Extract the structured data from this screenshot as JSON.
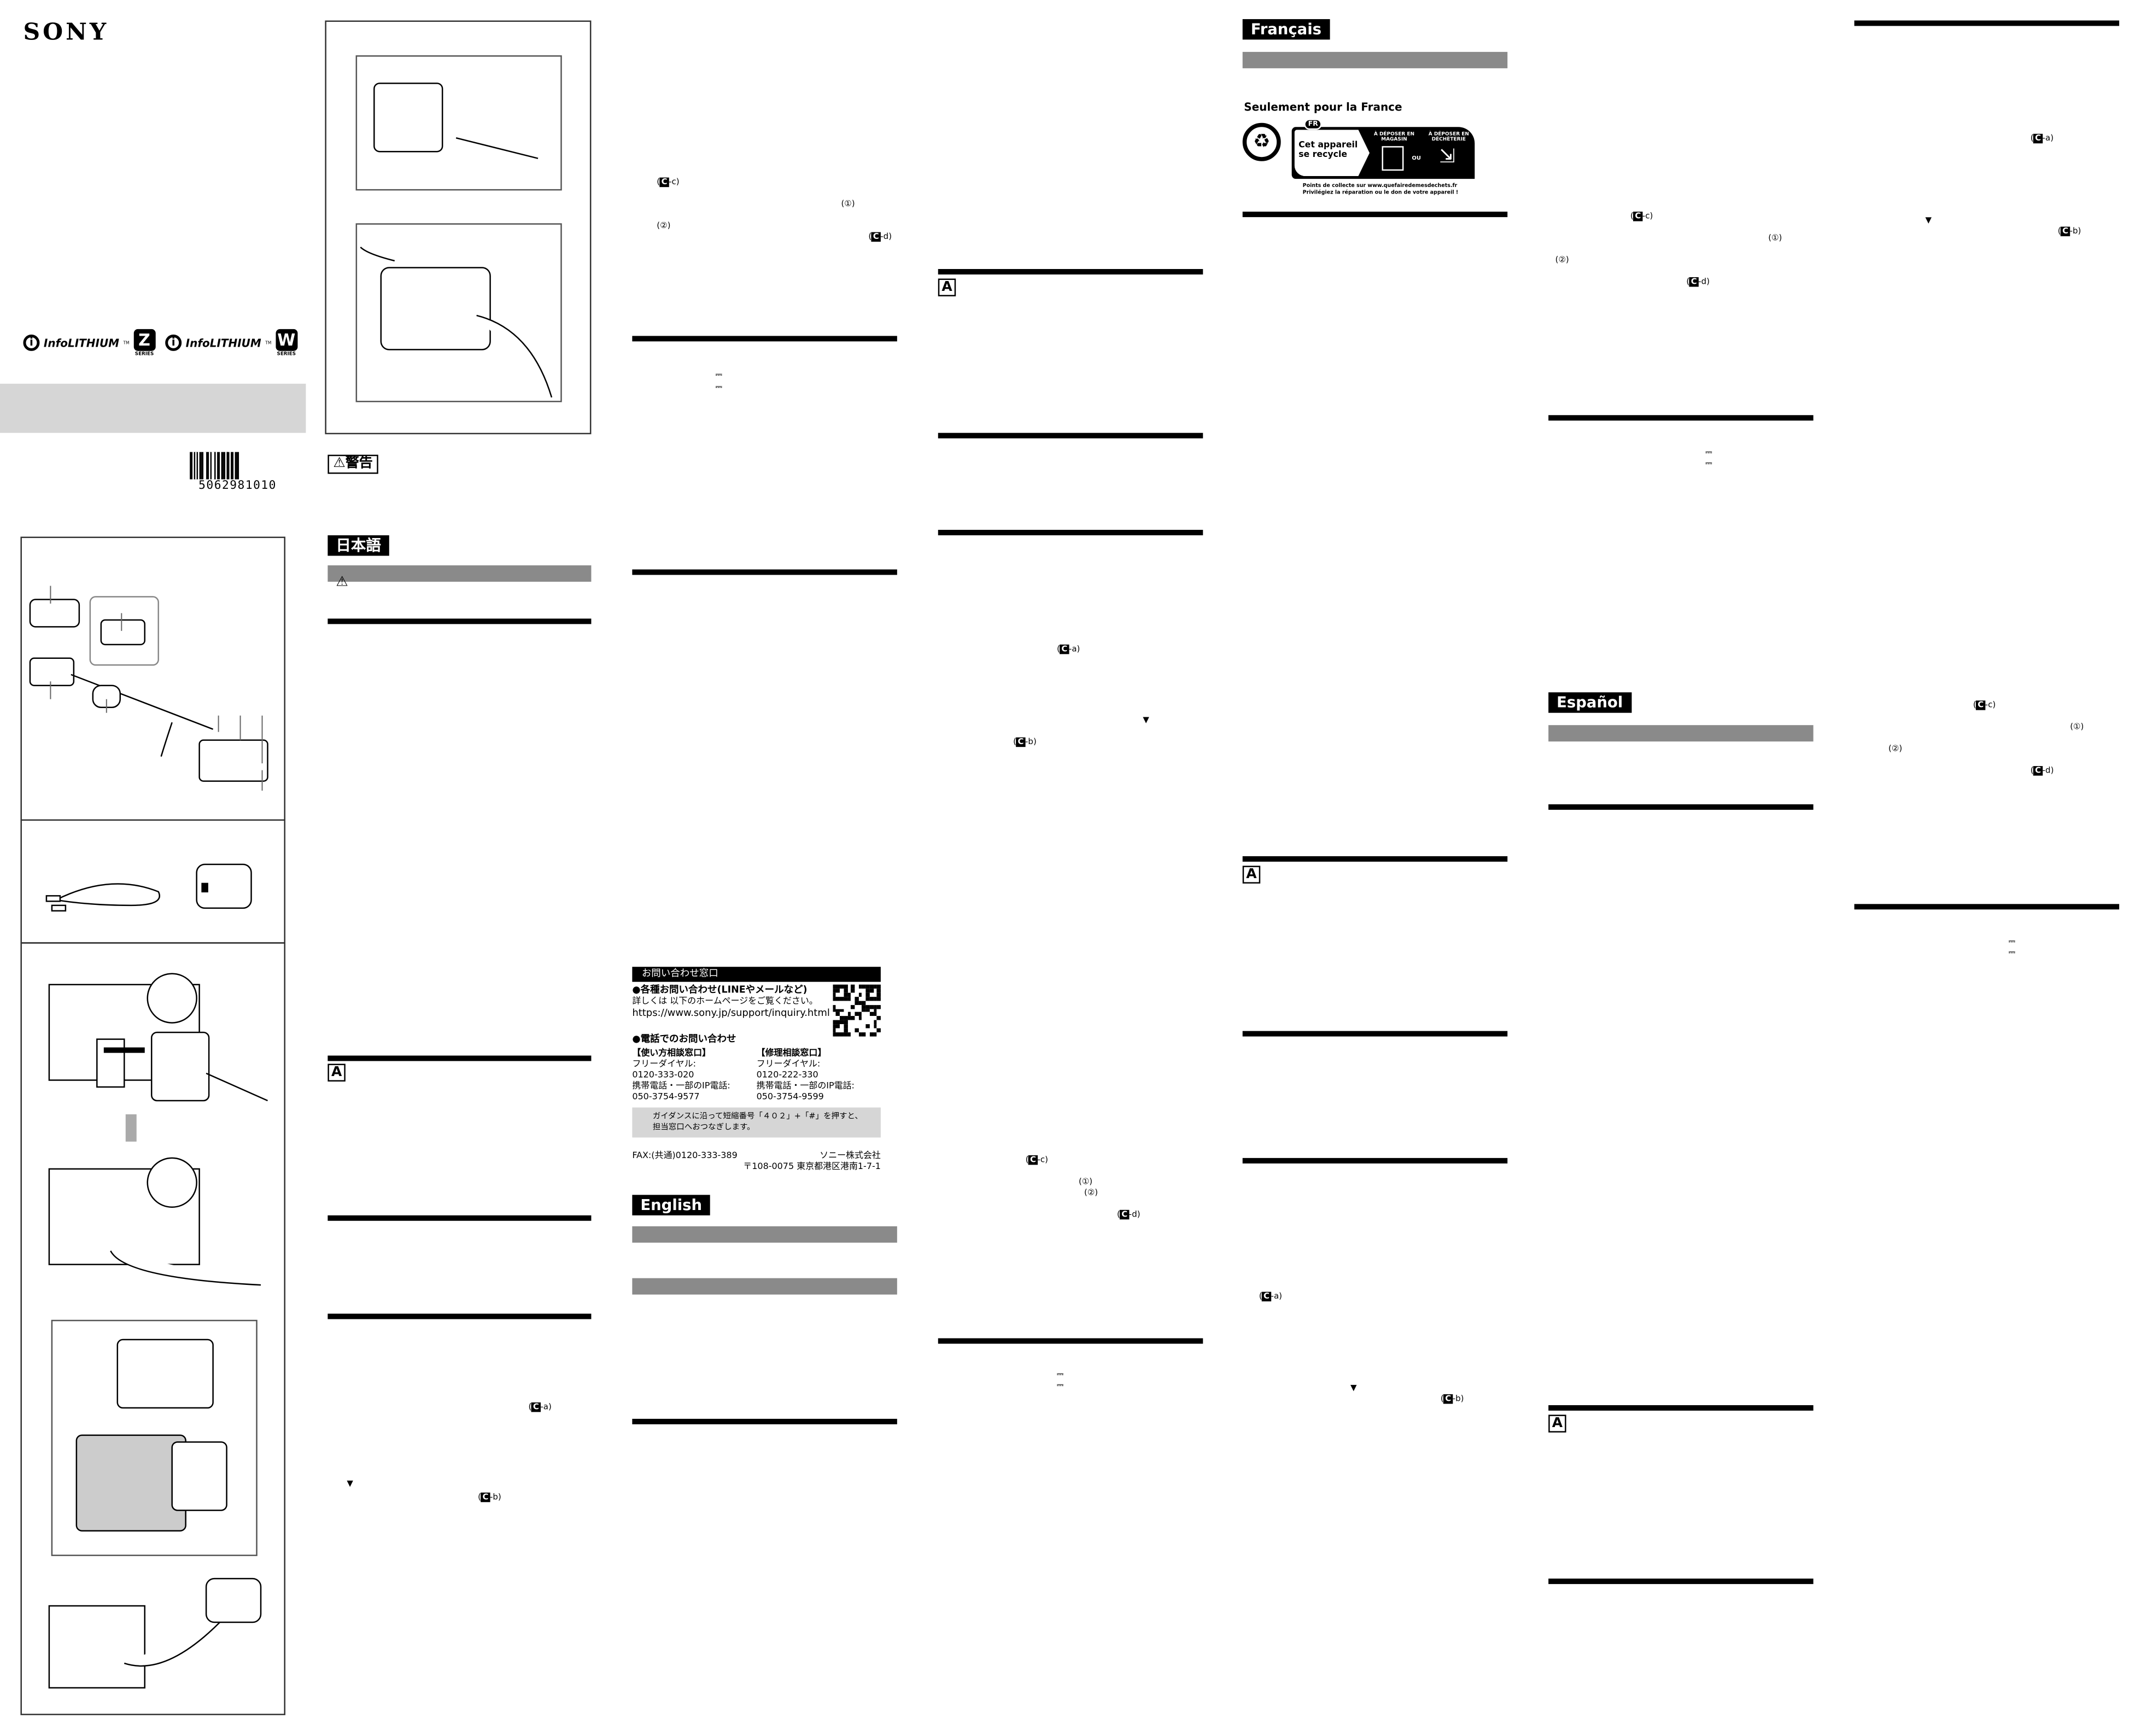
{
  "cover": {
    "brand": "SONY",
    "logos": [
      {
        "name": "InfoLITHIUM",
        "tm": "TM",
        "badge": "Z",
        "series": "SERIES"
      },
      {
        "name": "InfoLITHIUM",
        "tm": "TM",
        "badge": "W",
        "series": "SERIES"
      }
    ],
    "barcode_number": "5062981010"
  },
  "japanese": {
    "warning_label": "警告",
    "language_tab": "日本語",
    "section_marker": "A",
    "refs": {
      "ca": "C",
      "ca_suffix": "-a",
      "cb": "C",
      "cb_suffix": "-b",
      "cc": "C",
      "cc_suffix": "-c",
      "cd": "C",
      "cd_suffix": "-d",
      "step1": "(①)",
      "step2": "(②)",
      "arrow": "▼"
    },
    "dc_symbol": "⎓"
  },
  "contact": {
    "title": "お問い合わせ窓口",
    "inquiry_heading": "●各種お問い合わせ(LINEやメールなど)",
    "inquiry_text": "詳しくは 以下のホームページをご覧ください。",
    "inquiry_url": "https://www.sony.jp/support/inquiry.html",
    "phone_heading": "●電話でのお問い合わせ",
    "usage": {
      "title": "【使い方相談窓口】",
      "free_label": "フリーダイヤル:",
      "free": "0120-333-020",
      "mobile_label": "携帯電話・一部のIP電話:",
      "mobile": "050-3754-9577"
    },
    "repair": {
      "title": "【修理相談窓口】",
      "free_label": "フリーダイヤル:",
      "free": "0120-222-330",
      "mobile_label": "携帯電話・一部のIP電話:",
      "mobile": "050-3754-9599"
    },
    "guidance_line1": "ガイダンスに沿って短縮番号「４０２」+「#」を押すと、",
    "guidance_line2": "担当窓口へおつなぎします。",
    "fax": "FAX:(共通)0120-333-389",
    "company": "ソニー株式会社",
    "address": "〒108-0075 東京都港区港南1-7-1"
  },
  "english": {
    "language_tab": "English",
    "section_marker": "A"
  },
  "french": {
    "language_tab": "Français",
    "recycle_heading": "Seulement pour la France",
    "triman": {
      "badge": "FR",
      "main": "Cet appareil se recycle",
      "opt1": "À DÉPOSER EN MAGASIN",
      "or": "OU",
      "opt2": "À DÉPOSER EN DÉCHÈTERIE",
      "footer1": "Points de collecte sur www.quefairedemesdechets.fr",
      "footer2": "Privilégiez la réparation ou le don de votre appareil !"
    },
    "section_marker": "A"
  },
  "spanish": {
    "language_tab": "Español",
    "section_marker": "A"
  }
}
